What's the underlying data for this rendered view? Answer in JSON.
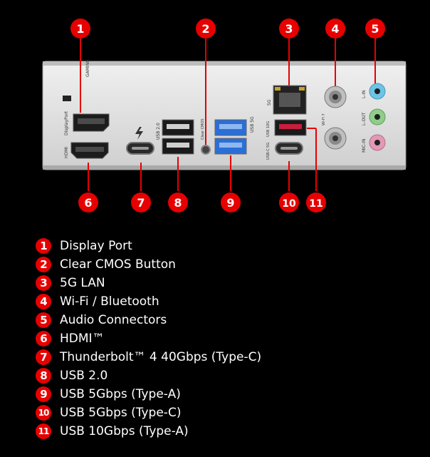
{
  "callouts": [
    {
      "num": "1",
      "label": "Display Port"
    },
    {
      "num": "2",
      "label": "Clear CMOS Button"
    },
    {
      "num": "3",
      "label": "5G LAN"
    },
    {
      "num": "4",
      "label": "Wi-Fi / Bluetooth"
    },
    {
      "num": "5",
      "label": "Audio Connectors"
    },
    {
      "num": "6",
      "label": "HDMI™"
    },
    {
      "num": "7",
      "label": "Thunderbolt™ 4 40Gbps (Type-C)"
    },
    {
      "num": "8",
      "label": "USB 2.0"
    },
    {
      "num": "9",
      "label": "USB 5Gbps (Type-A)"
    },
    {
      "num": "10",
      "label": "USB 5Gbps (Type-C)"
    },
    {
      "num": "11",
      "label": "USB 10Gbps (Type-A)"
    }
  ],
  "panel_text": {
    "gaming": "GAMING",
    "displayport": "DisplayPort",
    "hdmi": "HDMI",
    "usb20": "USB 2.0",
    "clear_cmos": "Clear CMOS",
    "usb5g": "USB 5G",
    "g5": "5G",
    "usb10g": "USB 10G",
    "usbc5g": "USB-C 5G",
    "wifi": "Wi-Fi 7",
    "lin": "L-IN",
    "lout": "L-OUT",
    "micin": "MIC-IN"
  },
  "colors": {
    "callout_red": "#e60000",
    "usb3_blue": "#2b6fd6",
    "usb10_red": "#c81d3c",
    "audio_blue": "#6cc4e6",
    "audio_green": "#8fce8a",
    "audio_pink": "#e29ab4",
    "panel": "#dedede"
  }
}
